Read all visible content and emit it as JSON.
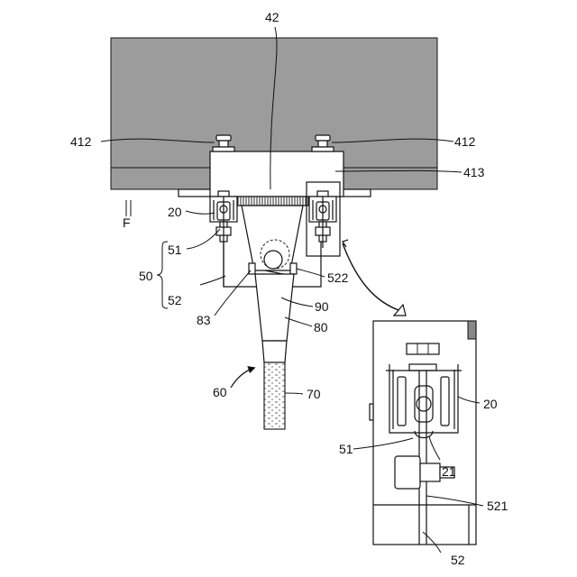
{
  "labels": {
    "ref_42": "42",
    "ref_412_left": "412",
    "ref_412_right": "412",
    "ref_413": "413",
    "ref_f": "F",
    "ref_20_main": "20",
    "ref_51_main": "51",
    "ref_50": "50",
    "ref_52_main": "52",
    "ref_522": "522",
    "ref_83": "83",
    "ref_90": "90",
    "ref_80": "80",
    "ref_60": "60",
    "ref_70": "70",
    "ref_20_detail": "20",
    "ref_51_detail": "51",
    "ref_21": "21",
    "ref_521": "521",
    "ref_52_detail": "52"
  },
  "colors": {
    "ceiling_fill": "#9c9c9c",
    "line": "#111111",
    "background": "#ffffff"
  }
}
